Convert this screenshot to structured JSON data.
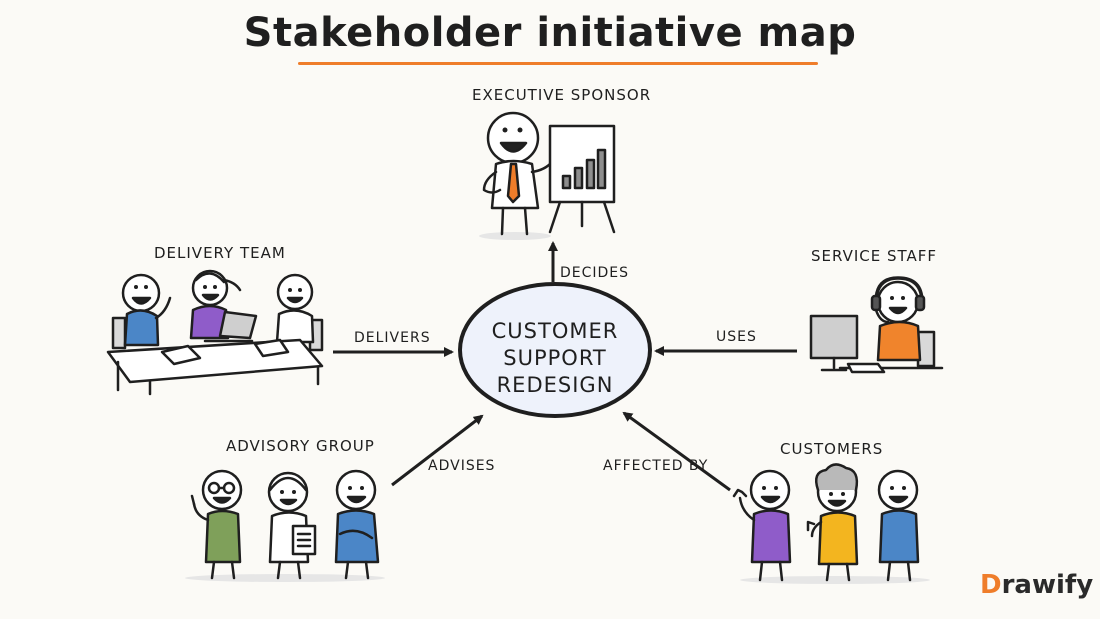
{
  "title": "Stakeholder initiative map",
  "center": {
    "lines": [
      "Customer",
      "Support",
      "Redesign"
    ]
  },
  "stakeholders": {
    "executive": "Executive Sponsor",
    "delivery": "Delivery Team",
    "service": "Service Staff",
    "advisory": "Advisory Group",
    "customers": "Customers"
  },
  "relations": {
    "executive": "Decides",
    "delivery": "Delivers",
    "service": "Uses",
    "advisory": "Advises",
    "customers": "Affected by"
  },
  "brand": {
    "first": "D",
    "rest": "rawify"
  },
  "colors": {
    "accent": "#ef7d2a",
    "tie": "#ef7d2a",
    "blue": "#4b86c7",
    "purple": "#8f5cc9",
    "green": "#7fa05a",
    "yellow": "#f3b51f",
    "orange": "#f0842c"
  },
  "icons": [
    "presentation-board-icon",
    "laptop-icon",
    "headset-icon",
    "monitor-icon"
  ]
}
